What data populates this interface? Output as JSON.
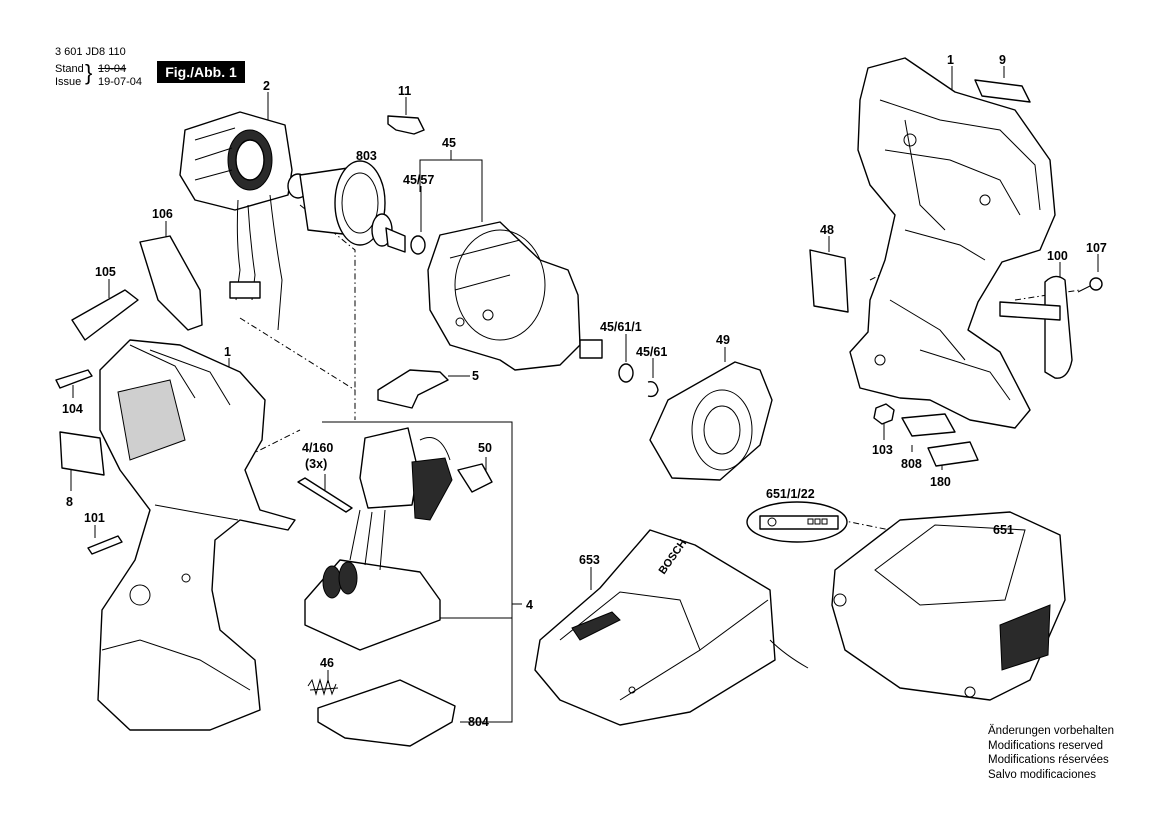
{
  "header": {
    "doc_number": "3 601 JD8 110",
    "stand_label": "Stand",
    "stand_value": "19-04",
    "issue_label": "Issue",
    "issue_value": "19-07-04",
    "figure_tag": "Fig./Abb. 1"
  },
  "part_labels": {
    "p1_top": "1",
    "p9": "9",
    "p2": "2",
    "p11": "11",
    "p803": "803",
    "p45": "45",
    "p45_57": "45/57",
    "p106": "106",
    "p48": "48",
    "p107": "107",
    "p100": "100",
    "p105": "105",
    "p45_61_1": "45/61/1",
    "p49": "49",
    "p45_61": "45/61",
    "p1_left": "1",
    "p5": "5",
    "p104": "104",
    "p103": "103",
    "p808": "808",
    "p180": "180",
    "p4_160": "4/160",
    "p3x": "(3x)",
    "p50": "50",
    "p8": "8",
    "p101": "101",
    "p651_1_22": "651/1/22",
    "p651": "651",
    "p653": "653",
    "p4": "4",
    "p46": "46",
    "p804": "804"
  },
  "charger_branding": "BOSCH",
  "footer": {
    "line_de": "Änderungen vorbehalten",
    "line_en": "Modifications reserved",
    "line_fr": "Modifications réservées",
    "line_es": "Salvo modificaciones"
  }
}
